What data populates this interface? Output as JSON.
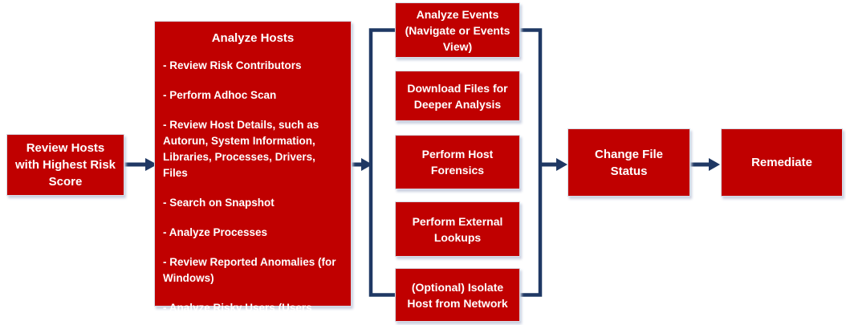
{
  "diagram": {
    "step1": "Review Hosts with Highest Risk Score",
    "analyze_hosts": {
      "title": "Analyze Hosts",
      "bullets": [
        "- Review Risk Contributors",
        "- Perform Adhoc Scan",
        "- Review Host Details, such as Autorun, System Information, Libraries, Processes, Drivers, Files",
        "- Search on Snapshot",
        "- Analyze Processes",
        "- Review Reported Anomalies (for Windows)",
        "- Analyze Risky Users (Users View)"
      ]
    },
    "parallel_actions": [
      "Analyze Events (Navigate or Events View)",
      "Download Files for Deeper Analysis",
      "Perform Host Forensics",
      "Perform External Lookups",
      "(Optional) Isolate Host from Network"
    ],
    "change_file_status": "Change File Status",
    "remediate": "Remediate"
  },
  "colors": {
    "box_fill": "#C00000",
    "box_text": "#FFFFFF",
    "connector": "#1F3864"
  }
}
